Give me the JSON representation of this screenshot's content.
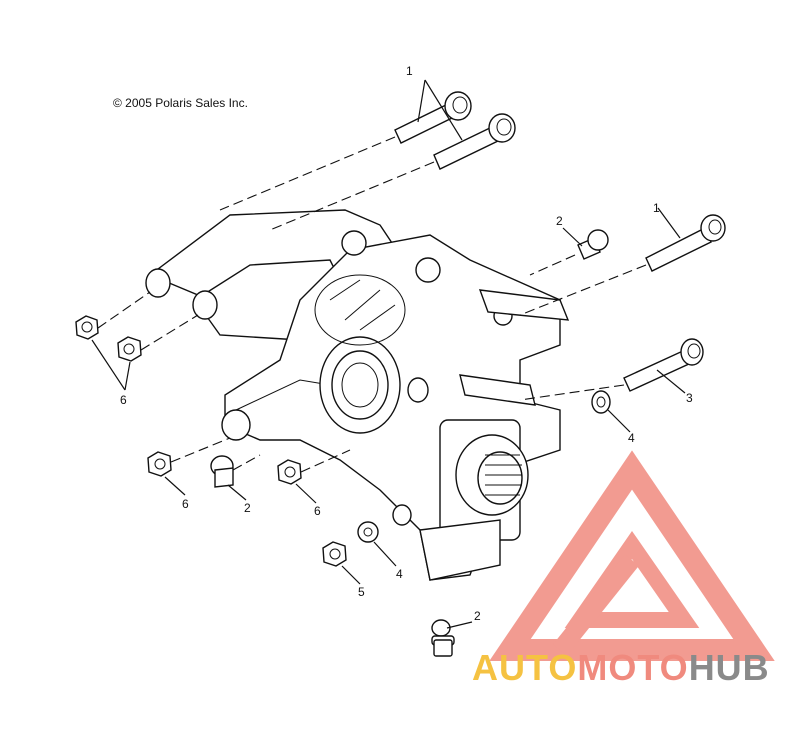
{
  "copyright": "© 2005 Polaris Sales Inc.",
  "callouts": [
    {
      "id": "c1a",
      "label": "1"
    },
    {
      "id": "c1b",
      "label": "1"
    },
    {
      "id": "c2a",
      "label": "2"
    },
    {
      "id": "c2b",
      "label": "2"
    },
    {
      "id": "c2c",
      "label": "2"
    },
    {
      "id": "c3",
      "label": "3"
    },
    {
      "id": "c4a",
      "label": "4"
    },
    {
      "id": "c4b",
      "label": "4"
    },
    {
      "id": "c5",
      "label": "5"
    },
    {
      "id": "c6a",
      "label": "6"
    },
    {
      "id": "c6b",
      "label": "6"
    },
    {
      "id": "c6c",
      "label": "6"
    }
  ],
  "watermark": {
    "part1": "AUTO",
    "part2": "MOTO",
    "part3": "HUB",
    "color1": "#f5c242",
    "color2": "#f08a7e",
    "color3": "#8a8a8a",
    "logo_color": "#f08a7e"
  }
}
